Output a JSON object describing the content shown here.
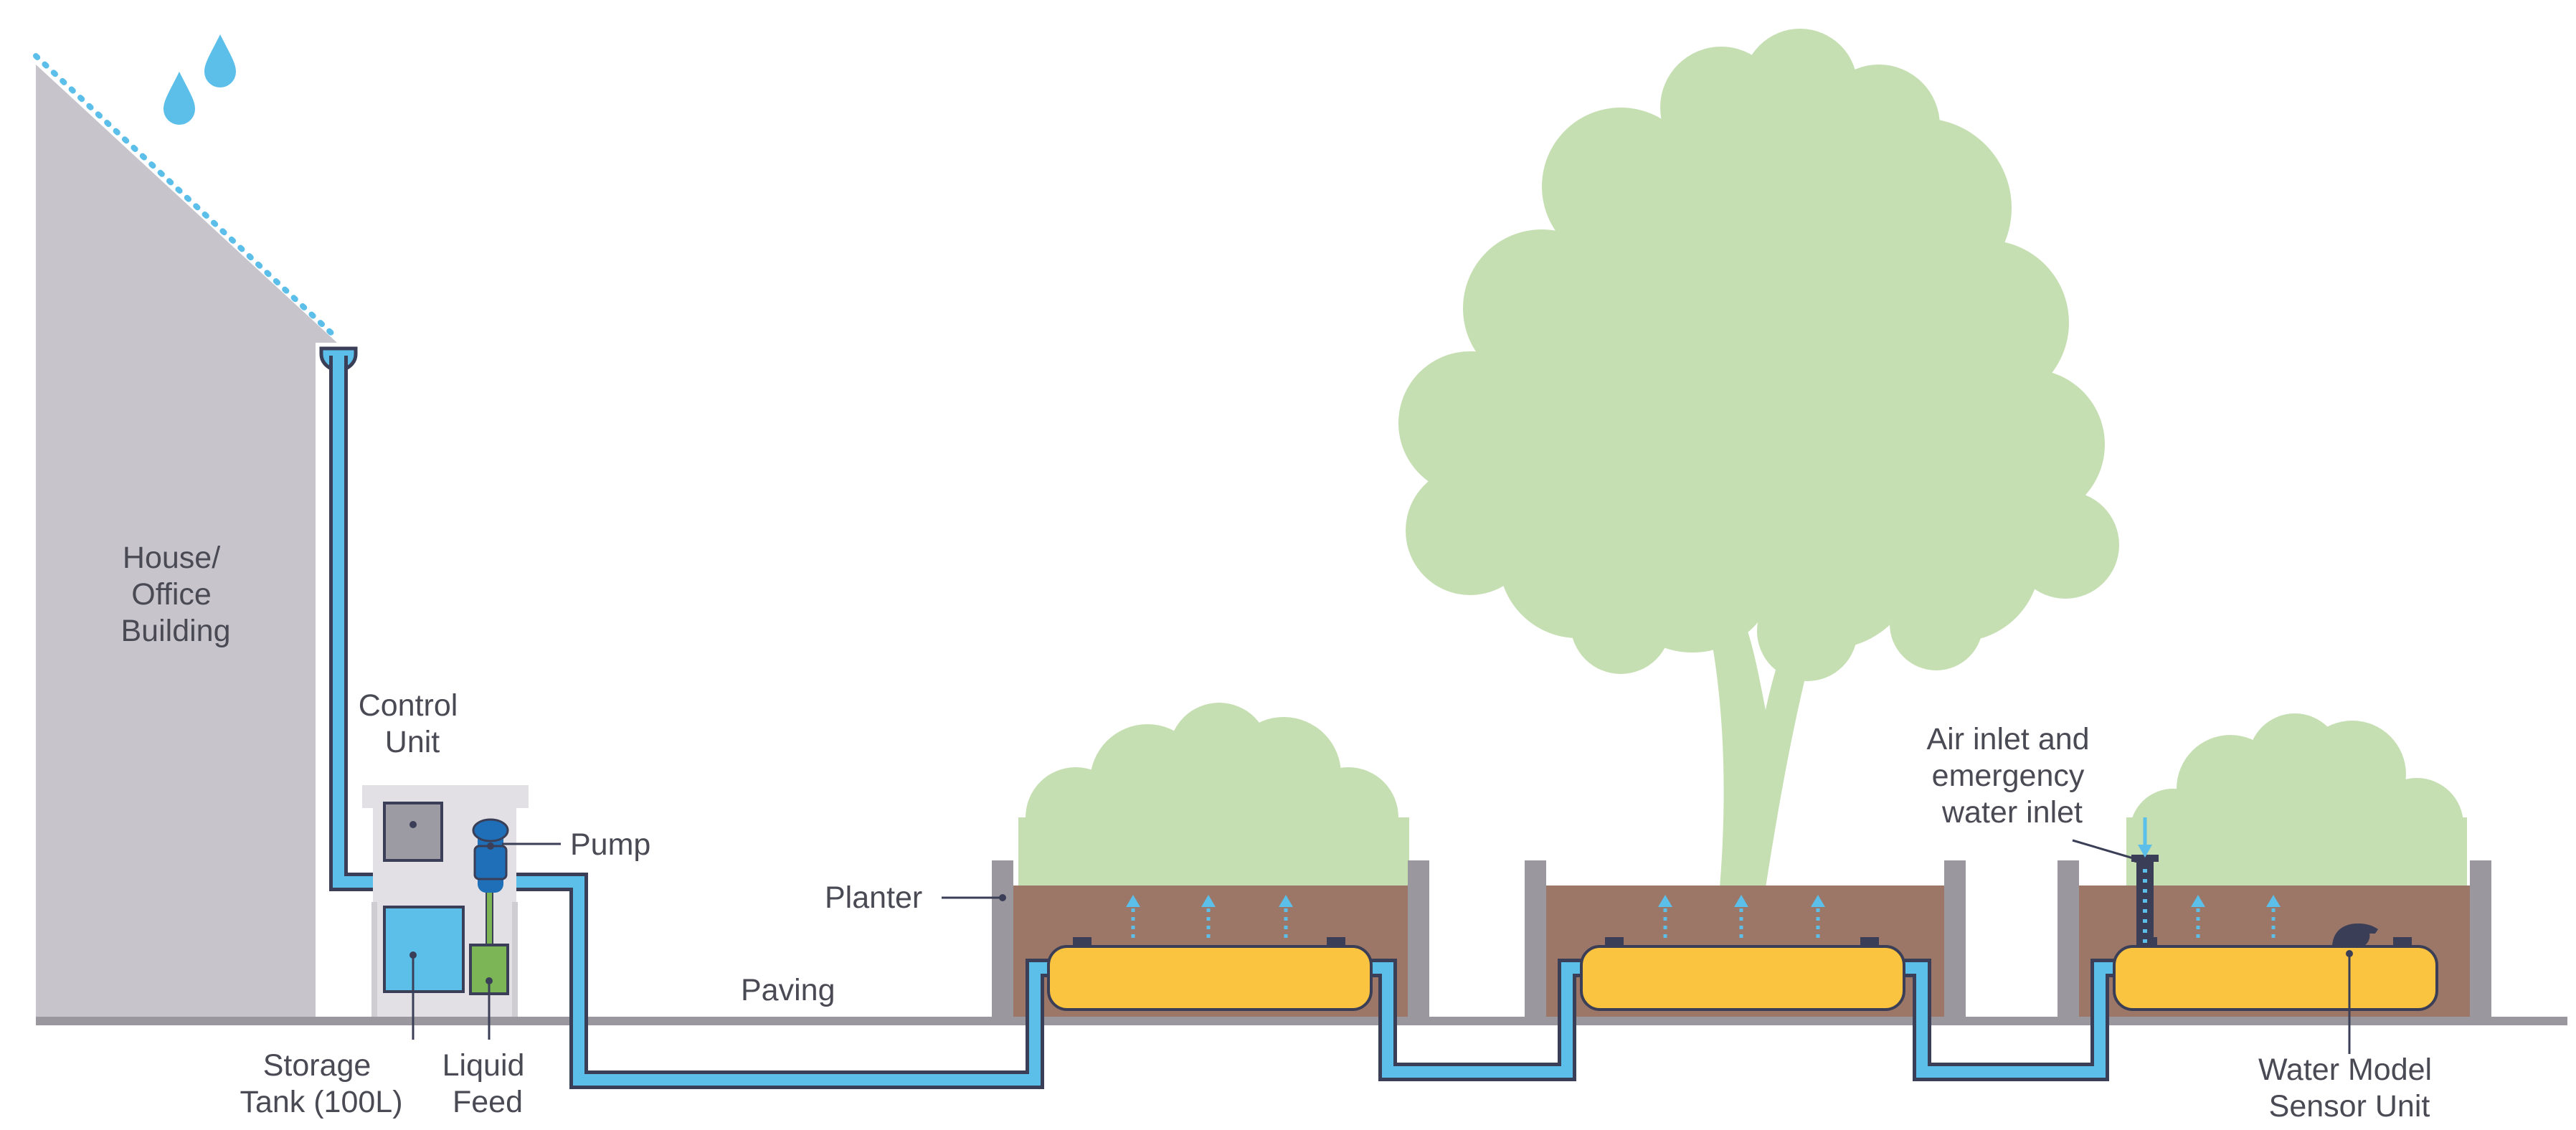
{
  "labels": {
    "building": [
      "House/",
      "Office",
      "Building"
    ],
    "control_unit": [
      "Control",
      "Unit"
    ],
    "pump": "Pump",
    "storage_tank": [
      "Storage",
      "Tank (100L)"
    ],
    "liquid_feed": [
      "Liquid",
      "Feed"
    ],
    "paving": "Paving",
    "planter": "Planter",
    "air_inlet": [
      "Air inlet and",
      "emergency",
      "water inlet"
    ],
    "sensor_unit": [
      "Water Model",
      "Sensor Unit"
    ]
  },
  "colors": {
    "building": "#c7c5cb",
    "water": "#5bbfe9",
    "pipe_outline": "#3a3f57",
    "pump": "#1f6fb8",
    "liquid_feed": "#7bb555",
    "control_cabinet": "#e2e0e4",
    "control_box": "#9c9aa2",
    "soil": "#9c7666",
    "planter_wall": "#9a989e",
    "reservoir": "#fbc440",
    "foliage": "#c6dfb2",
    "ground": "#9a989e",
    "text": "#4a4a55"
  },
  "icons": [
    "raindrop-icon",
    "tree-icon",
    "shrub-icon",
    "sensor-icon"
  ]
}
